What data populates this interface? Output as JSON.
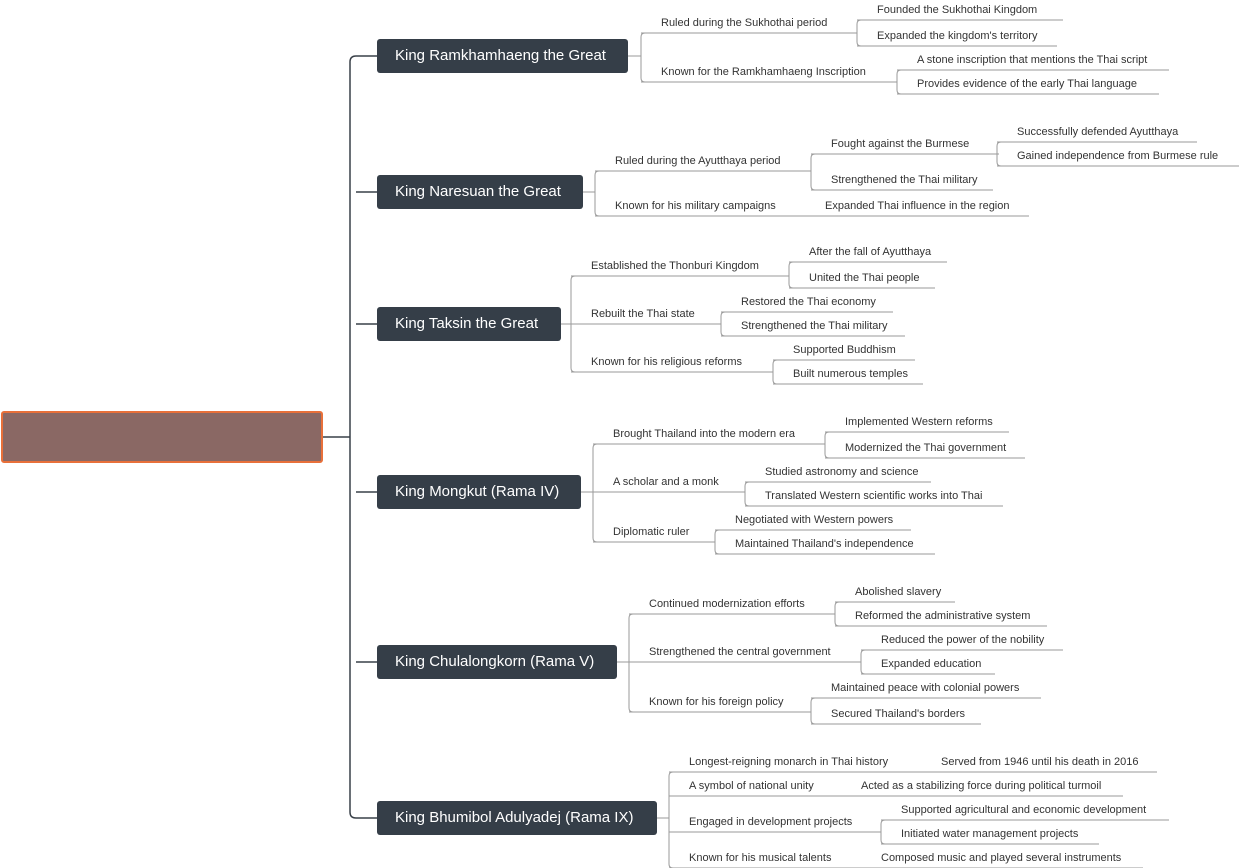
{
  "colors": {
    "root_fill": "#8a6864",
    "root_border": "#e8703a",
    "king_fill": "#353e48",
    "line": "#394048",
    "leaf_line": "#9a9a9a"
  },
  "root": {
    "label": ""
  },
  "kings": [
    {
      "label": "King Ramkhamhaeng the Great",
      "children": [
        {
          "label": "Ruled during the Sukhothai period",
          "children": [
            {
              "label": "Founded the Sukhothai Kingdom"
            },
            {
              "label": "Expanded the kingdom's territory"
            }
          ]
        },
        {
          "label": "Known for the Ramkhamhaeng Inscription",
          "children": [
            {
              "label": "A stone inscription that mentions the Thai script"
            },
            {
              "label": "Provides evidence of the early Thai language"
            }
          ]
        }
      ]
    },
    {
      "label": "King Naresuan the Great",
      "children": [
        {
          "label": "Ruled during the Ayutthaya period",
          "children": [
            {
              "label": "Fought against the Burmese",
              "children": [
                {
                  "label": "Successfully defended Ayutthaya"
                },
                {
                  "label": "Gained independence from Burmese rule"
                }
              ]
            },
            {
              "label": "Strengthened the Thai military"
            }
          ]
        },
        {
          "label": "Known for his military campaigns",
          "children": [
            {
              "label": "Expanded Thai influence in the region"
            }
          ]
        }
      ]
    },
    {
      "label": "King Taksin the Great",
      "children": [
        {
          "label": "Established the Thonburi Kingdom",
          "children": [
            {
              "label": "After the fall of Ayutthaya"
            },
            {
              "label": "United the Thai people"
            }
          ]
        },
        {
          "label": "Rebuilt the Thai state",
          "children": [
            {
              "label": "Restored the Thai economy"
            },
            {
              "label": "Strengthened the Thai military"
            }
          ]
        },
        {
          "label": "Known for his religious reforms",
          "children": [
            {
              "label": "Supported Buddhism"
            },
            {
              "label": "Built numerous temples"
            }
          ]
        }
      ]
    },
    {
      "label": "King Mongkut (Rama IV)",
      "children": [
        {
          "label": "Brought Thailand into the modern era",
          "children": [
            {
              "label": "Implemented Western reforms"
            },
            {
              "label": "Modernized the Thai government"
            }
          ]
        },
        {
          "label": "A scholar and a monk",
          "children": [
            {
              "label": "Studied astronomy and science"
            },
            {
              "label": "Translated Western scientific works into Thai"
            }
          ]
        },
        {
          "label": "Diplomatic ruler",
          "children": [
            {
              "label": "Negotiated with Western powers"
            },
            {
              "label": "Maintained Thailand's independence"
            }
          ]
        }
      ]
    },
    {
      "label": "King Chulalongkorn (Rama V)",
      "children": [
        {
          "label": "Continued modernization efforts",
          "children": [
            {
              "label": "Abolished slavery"
            },
            {
              "label": "Reformed the administrative system"
            }
          ]
        },
        {
          "label": "Strengthened the central government",
          "children": [
            {
              "label": "Reduced the power of the nobility"
            },
            {
              "label": "Expanded education"
            }
          ]
        },
        {
          "label": "Known for his foreign policy",
          "children": [
            {
              "label": "Maintained peace with colonial powers"
            },
            {
              "label": "Secured Thailand's borders"
            }
          ]
        }
      ]
    },
    {
      "label": "King Bhumibol Adulyadej (Rama IX)",
      "children": [
        {
          "label": "Longest-reigning monarch in Thai history",
          "children": [
            {
              "label": "Served from 1946 until his death in 2016"
            }
          ]
        },
        {
          "label": "A symbol of national unity",
          "children": [
            {
              "label": "Acted as a stabilizing force during political turmoil"
            }
          ]
        },
        {
          "label": "Engaged in development projects",
          "children": [
            {
              "label": "Supported agricultural and economic development"
            },
            {
              "label": "Initiated water management projects"
            }
          ]
        },
        {
          "label": "Known for his musical talents",
          "children": [
            {
              "label": "Composed music and played several instruments"
            }
          ]
        }
      ]
    }
  ]
}
